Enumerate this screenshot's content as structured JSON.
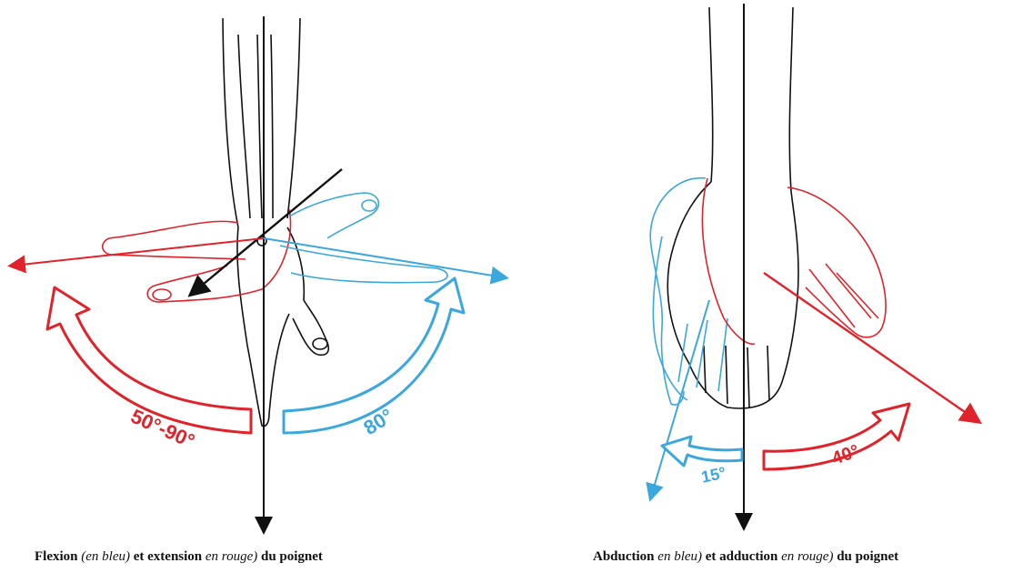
{
  "colors": {
    "flexion_blue": "#3aa7dd",
    "extension_red": "#e0232a",
    "ink": "#111111"
  },
  "left_figure": {
    "flexion_angle": "80°",
    "extension_angle": "50°-90°",
    "caption": {
      "part1": "Flexion",
      "part2": "(en bleu)",
      "part3": "et extension",
      "part4": "en rouge)",
      "part5": "du poignet"
    }
  },
  "right_figure": {
    "abduction_angle": "15°",
    "adduction_angle": "40°",
    "caption": {
      "part1": "Abduction",
      "part2": "en bleu)",
      "part3": "et adduction",
      "part4": "en rouge)",
      "part5": "du poignet"
    }
  }
}
